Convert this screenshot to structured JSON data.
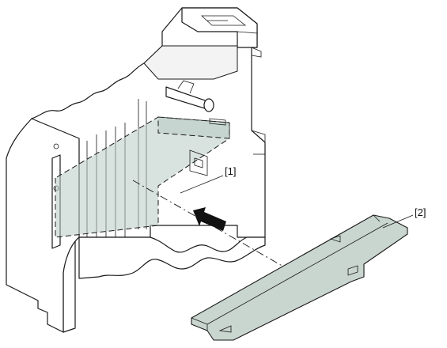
{
  "figure": {
    "callouts": [
      {
        "id": "1",
        "label": "[1]"
      },
      {
        "id": "2",
        "label": "[2]"
      }
    ],
    "colors": {
      "module_fill": "#c9d5cf",
      "outline": "#1a1a1a",
      "arrow": "#111111"
    },
    "icons": [
      "insertion-arrow-icon"
    ]
  }
}
